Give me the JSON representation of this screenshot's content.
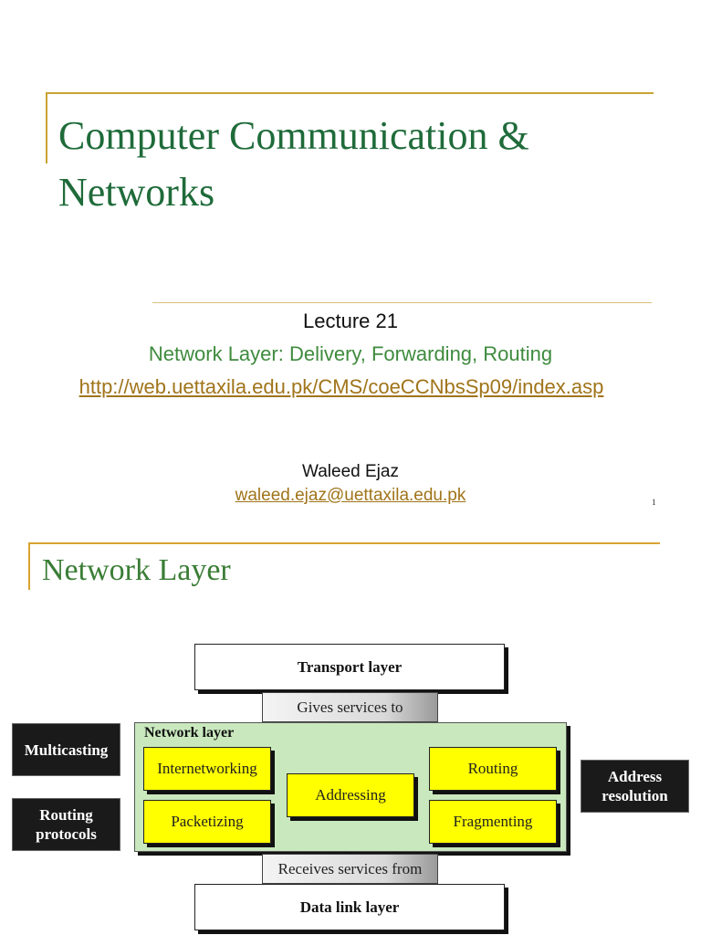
{
  "slide1": {
    "title_line1": "Computer Communication &",
    "title_line2": "Networks",
    "lecture": "Lecture 21",
    "subtitle": "Network Layer: Delivery, Forwarding, Routing",
    "url": "http://web.uettaxila.edu.pk/CMS/coeCCNbsSp09/index.asp",
    "author": "Waleed Ejaz",
    "email": "waleed.ejaz@uettaxila.edu.pk",
    "page_number": "1"
  },
  "slide2": {
    "title": "Network Layer",
    "diagram": {
      "transport_layer": "Transport layer",
      "gives_services": "Gives services to",
      "network_layer_label": "Network layer",
      "functions": {
        "internetworking": "Internetworking",
        "packetizing": "Packetizing",
        "addressing": "Addressing",
        "routing": "Routing",
        "fragmenting": "Fragmenting"
      },
      "receives_services": "Receives services from",
      "data_link_layer": "Data link layer",
      "external": {
        "multicasting": "Multicasting",
        "routing_protocols_line1": "Routing",
        "routing_protocols_line2": "protocols",
        "address_resolution_line1": "Address",
        "address_resolution_line2": "resolution"
      }
    }
  },
  "colors": {
    "title_green": "#1f6b3a",
    "subtitle_green": "#3e8b3e",
    "link_gold": "#a0741a",
    "rule_gold": "#c9a233",
    "network_green": "#c9e8be",
    "function_yellow": "#ffff00"
  }
}
